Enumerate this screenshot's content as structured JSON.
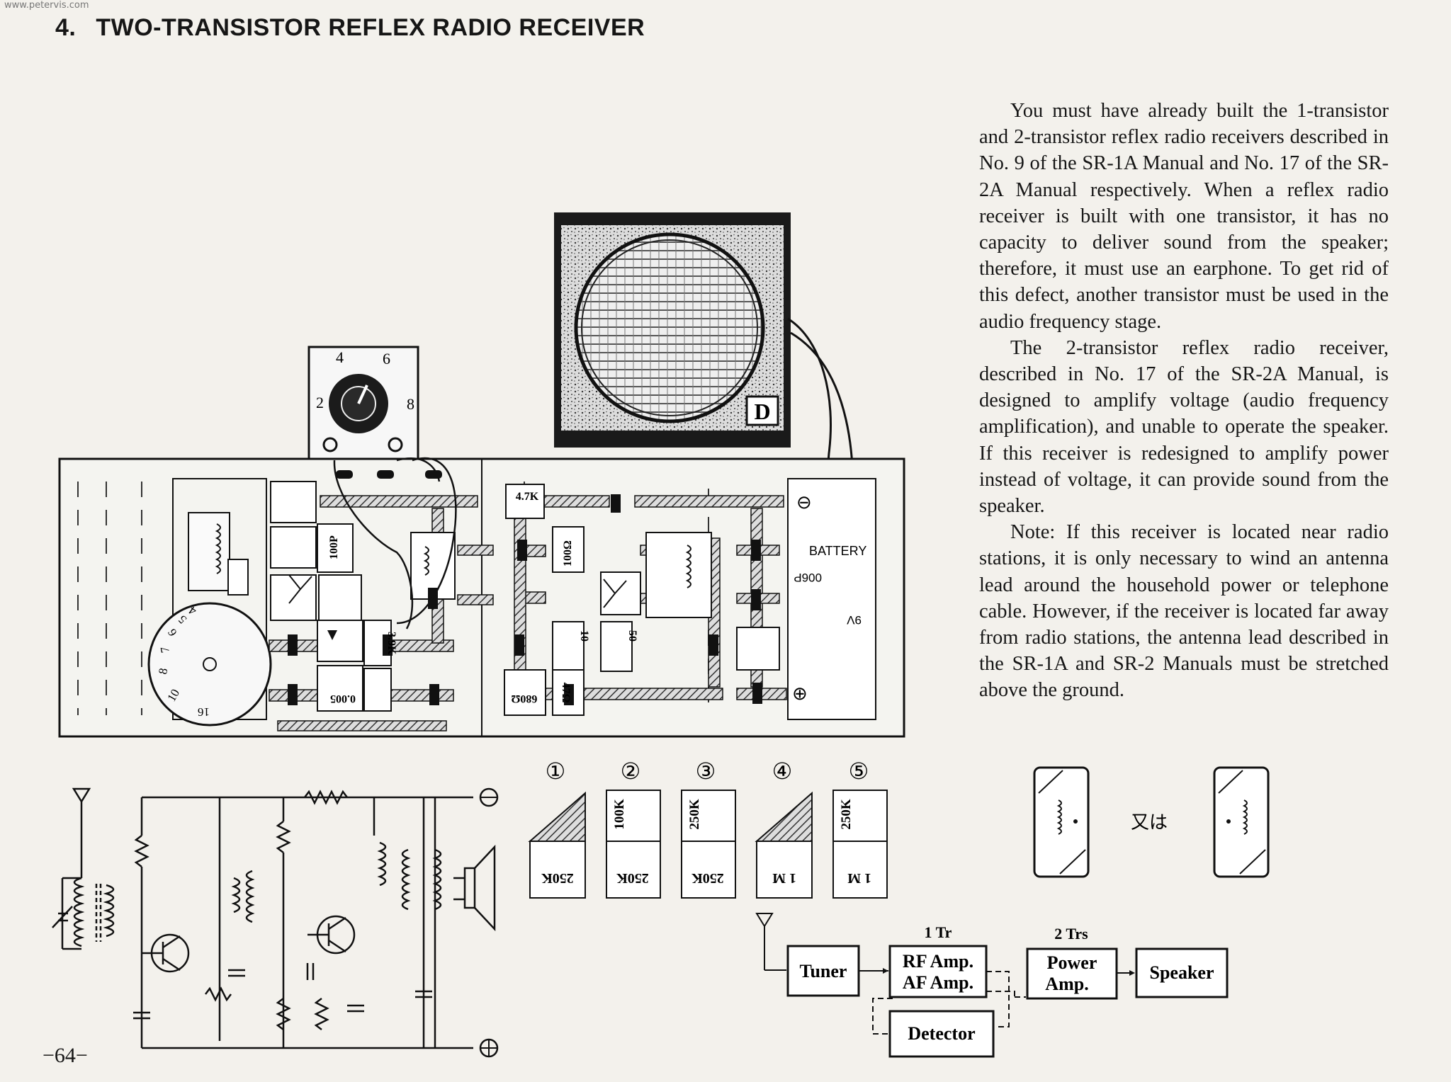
{
  "site_watermark": "www.petervis.com",
  "section": {
    "number": "4.",
    "title": "TWO-TRANSISTOR REFLEX RADIO RECEIVER"
  },
  "paragraphs": [
    "You must have already built the 1-transistor and 2-transistor reflex radio receivers described in No. 9 of the SR-1A Manual and No. 17 of the SR-2A Manual respectively. When a reflex radio receiver is built with one transistor, it has no capacity to deliver sound from the speaker; therefore, it must use an earphone. To get rid of this defect, another transistor must be used in the audio frequency stage.",
    "The 2-transistor reflex radio receiver, described in No. 17 of the SR-2A Manual, is designed to amplify voltage (audio frequency amplification), and unable to operate the speaker. If this receiver is redesigned to amplify power instead of voltage, it can provide sound from the speaker.",
    "Note: If this receiver is located near radio stations, it is only necessary to wind an antenna lead around the household power or telephone cable. However, if the receiver is located far away from radio stations, the antenna lead described in the SR-1A and SR-2 Manuals must be stretched above the ground."
  ],
  "tuning_dial": {
    "marks": [
      "2",
      "4",
      "6",
      "8"
    ]
  },
  "coil_dial": {
    "marks": [
      "16",
      "10",
      "8",
      "7",
      "6",
      "5",
      "4"
    ]
  },
  "battery": {
    "label": "BATTERY",
    "model": "006P",
    "voltage": "9V",
    "negative": "⊖",
    "positive": "⊕"
  },
  "board_labels": {
    "r_4k7": "4.7K",
    "c_100p": "100P",
    "r_100": "100Ω",
    "r_3k9": "3.9K",
    "c_10": "10",
    "c_50": "50",
    "c_0005": "0.005",
    "r_680": "680Ω",
    "r_47": "47Ω"
  },
  "variants": [
    {
      "mark": "①",
      "top": "",
      "bottom": "250K"
    },
    {
      "mark": "②",
      "top": "100K",
      "bottom": "250K"
    },
    {
      "mark": "③",
      "top": "250K",
      "bottom": "250K"
    },
    {
      "mark": "④",
      "top": "",
      "bottom": "1 M"
    },
    {
      "mark": "⑤",
      "top": "250K",
      "bottom": "1 M"
    }
  ],
  "alt_text": "又は",
  "block_diagram": {
    "stage1_label": "1 Tr",
    "stage2_label": "2 Trs",
    "tuner": "Tuner",
    "rf_amp": "RF Amp.",
    "af_amp": "AF Amp.",
    "power_amp_1": "Power",
    "power_amp_2": "Amp.",
    "speaker": "Speaker",
    "detector": "Detector"
  },
  "schematic": {
    "negative": "⊖",
    "positive": "⊕"
  },
  "page_number": "−64−"
}
